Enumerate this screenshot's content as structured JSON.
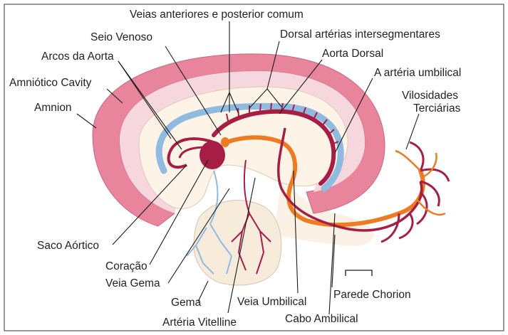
{
  "colors": {
    "amnion_outer": "#e8849c",
    "amnion_inner": "#f7d7de",
    "cavity": "#fdf3e6",
    "vein": "#8fbbe0",
    "vein_dark": "#5b91c6",
    "artery": "#a61e45",
    "umbilical_vein": "#ee7b22",
    "yolk": "#f7ebdc",
    "border": "#555555"
  },
  "labels": {
    "veias_comum": "Veias anteriores e posterior comum",
    "seio_venoso": "Seio Venoso",
    "dorsal_arterias": "Dorsal artérias intersegmentares",
    "arcos_aorta": "Arcos da Aorta",
    "aorta_dorsal": "Aorta Dorsal",
    "amniotico_cavity": "Amniótico Cavity",
    "arteria_umbilical": "A artéria umbilical",
    "vilosidades_1": "Vilosidades",
    "vilosidades_2": "Terciárias",
    "amnion": "Amnion",
    "saco_aortico": "Saco Aórtico",
    "coracao": "Coração",
    "veia_gema": "Veia Gema",
    "gema": "Gema",
    "veia_umbilical": "Veia Umbilical",
    "parede_chorion": "Parede Chorion",
    "cabo_ambilical": "Cabo Ambilical",
    "arteria_vitelline": "Artéria Vitelline"
  }
}
